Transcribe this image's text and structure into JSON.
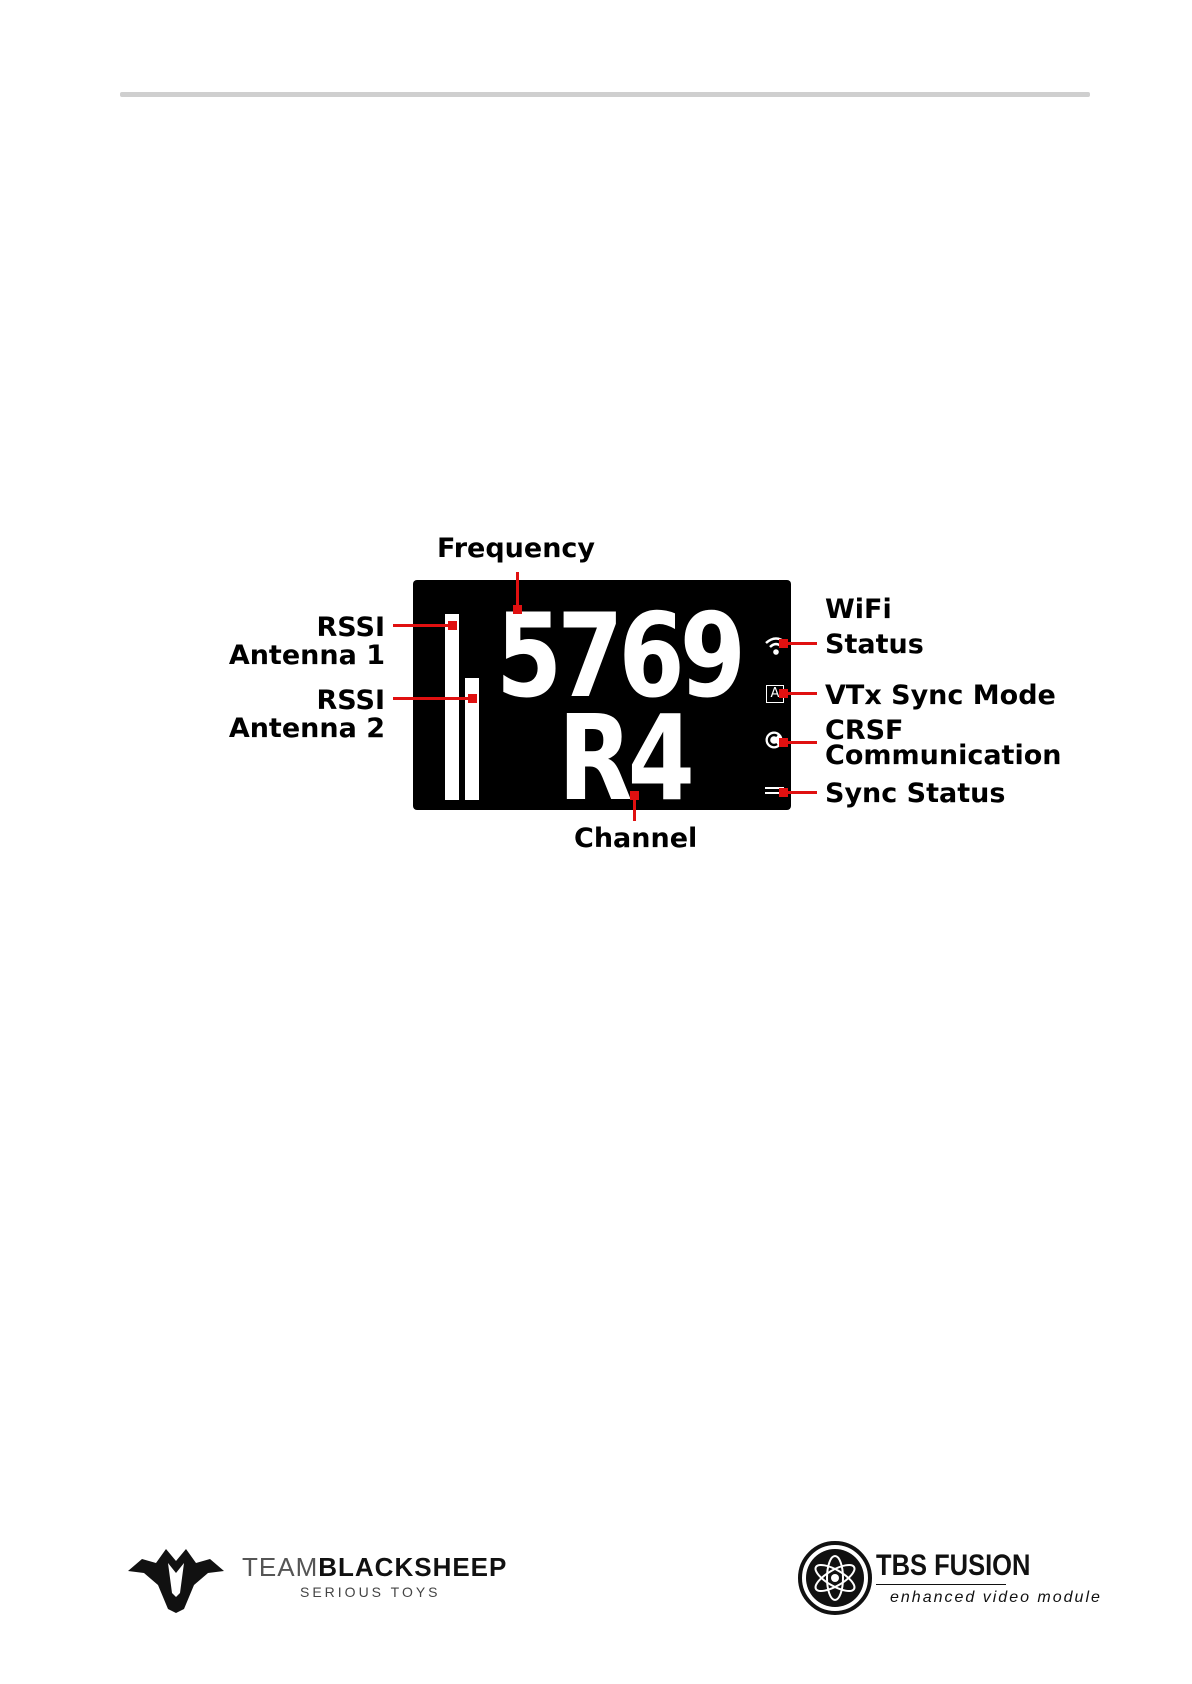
{
  "labels": {
    "frequency": "Frequency",
    "channel": "Channel",
    "rssi_1_line1": "RSSI",
    "rssi_1_line2": "Antenna 1",
    "rssi_2_line1": "RSSI",
    "rssi_2_line2": "Antenna 2",
    "wifi_line1": "WiFi",
    "wifi_line2": "Status",
    "vtx_sync_mode": "VTx Sync Mode",
    "crsf_line1": "CRSF",
    "crsf_line2": "Communication",
    "sync_status": "Sync Status"
  },
  "display": {
    "frequency_value": "5769",
    "channel_value": "R4",
    "vtx_mode_letter": "A",
    "rssi_antenna_1_level": 0.93,
    "rssi_antenna_2_level": 0.61
  },
  "icons": {
    "wifi": "wifi-icon",
    "vtx_sync": "letter-box-icon",
    "crsf": "crsf-circle-icon",
    "sync": "arrows-icon"
  },
  "colors": {
    "callout": "#e01010",
    "screen_bg": "#000000",
    "screen_fg": "#ffffff"
  },
  "footer": {
    "team_light": "TEAM",
    "team_bold": "BLACKSHEEP",
    "tagline": "SERIOUS TOYS",
    "product": "TBS FUSION",
    "product_sub": "enhanced video module"
  }
}
